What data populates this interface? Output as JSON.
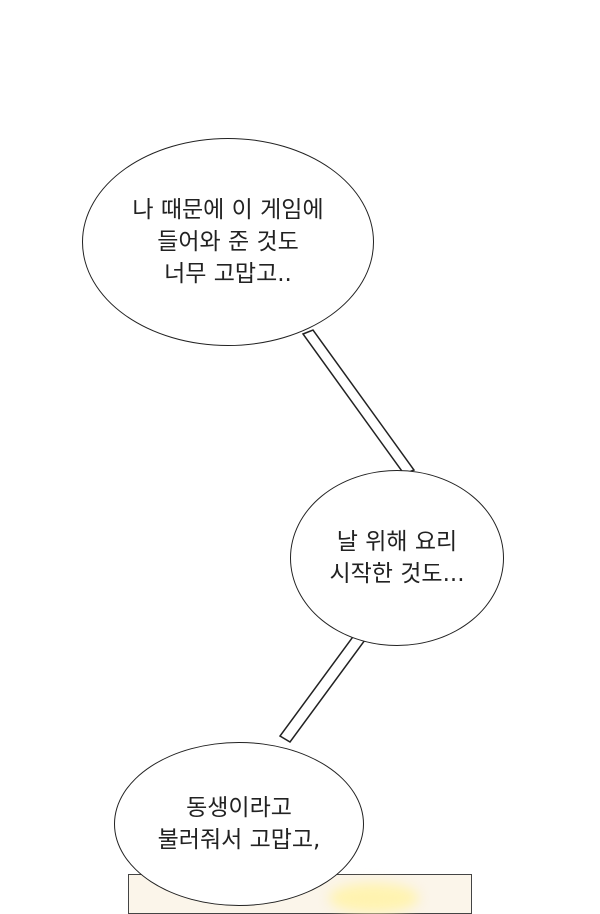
{
  "bubbles": [
    {
      "lines": [
        "나 때문에 이 게임에",
        "들어와 준 것도",
        "너무 고맙고.."
      ]
    },
    {
      "lines": [
        "날 위해 요리",
        "시작한 것도..."
      ]
    },
    {
      "lines": [
        "동생이라고",
        "불러줘서 고맙고,"
      ]
    }
  ],
  "colors": {
    "background": "#ffffff",
    "ink": "#222222",
    "panel_fill": "#fbf5ea"
  }
}
